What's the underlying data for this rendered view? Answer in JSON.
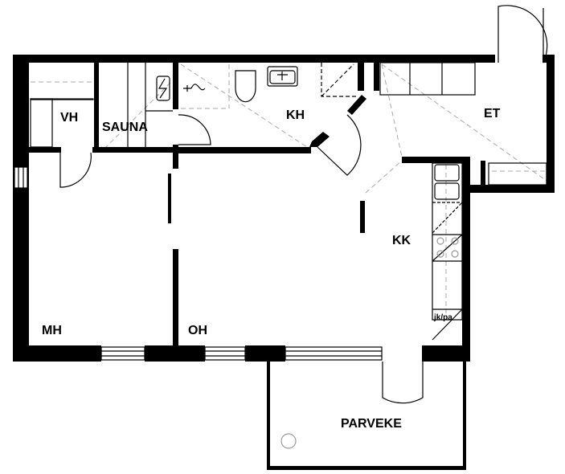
{
  "rooms": {
    "vh": "VH",
    "sauna": "SAUNA",
    "kh": "KH",
    "et": "ET",
    "kk": "KK",
    "mh": "MH",
    "oh": "OH",
    "parveke": "PARVEKE"
  },
  "fixtures": {
    "appliance_label": "jk/pa"
  },
  "colors": {
    "wall": "#000000",
    "guide": "#aaaaaa"
  }
}
